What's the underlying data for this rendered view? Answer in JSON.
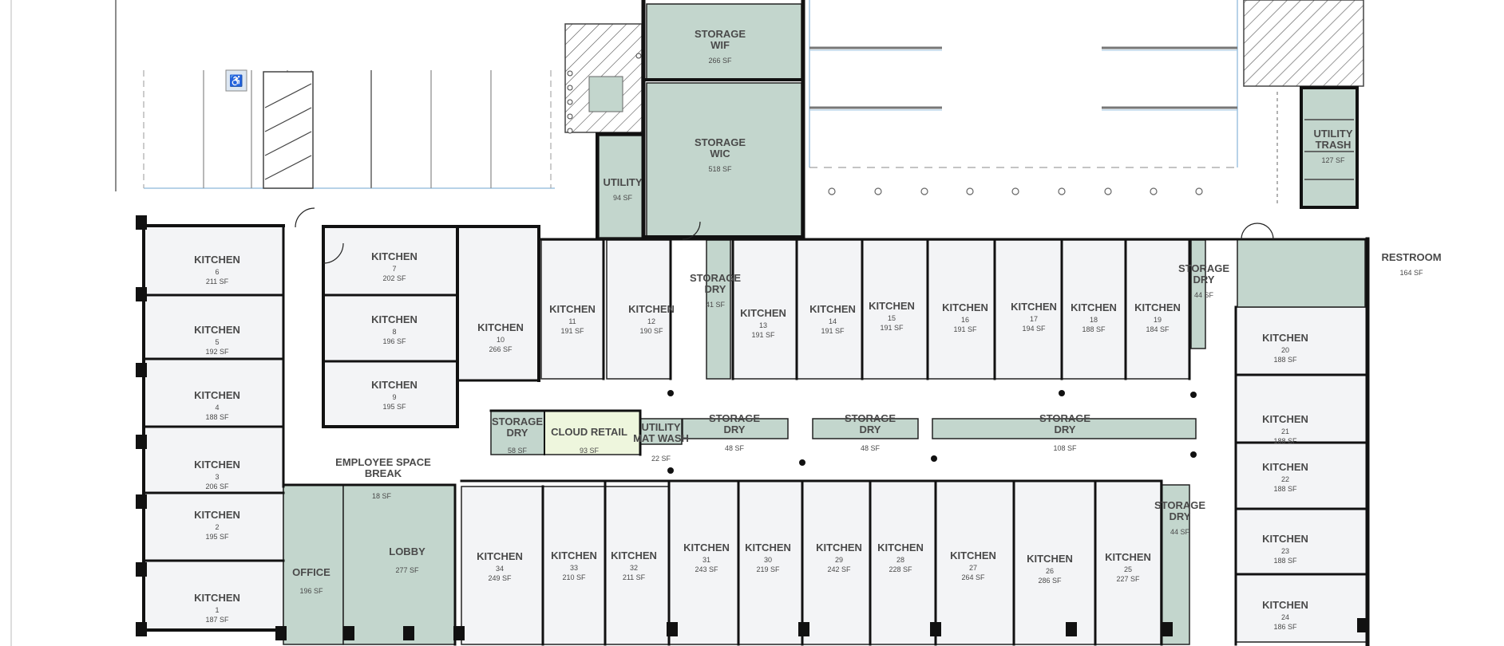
{
  "colors": {
    "kitchen_fill": "#f3f4f6",
    "service_fill": "#c3d6cd",
    "retail_fill": "#eef6dd",
    "wall": "#111111",
    "text": "#4a4a4a",
    "parking_line": "#9fc4e0"
  },
  "rooms": [
    {
      "id": "k6",
      "name": "KITCHEN",
      "num": "6",
      "area": "211 SF",
      "type": "kitchen"
    },
    {
      "id": "k5",
      "name": "KITCHEN",
      "num": "5",
      "area": "192 SF",
      "type": "kitchen"
    },
    {
      "id": "k4",
      "name": "KITCHEN",
      "num": "4",
      "area": "188 SF",
      "type": "kitchen"
    },
    {
      "id": "k3",
      "name": "KITCHEN",
      "num": "3",
      "area": "206 SF",
      "type": "kitchen"
    },
    {
      "id": "k2",
      "name": "KITCHEN",
      "num": "2",
      "area": "195 SF",
      "type": "kitchen"
    },
    {
      "id": "k1",
      "name": "KITCHEN",
      "num": "1",
      "area": "187 SF",
      "type": "kitchen"
    },
    {
      "id": "k7",
      "name": "KITCHEN",
      "num": "7",
      "area": "202 SF",
      "type": "kitchen"
    },
    {
      "id": "k8",
      "name": "KITCHEN",
      "num": "8",
      "area": "196 SF",
      "type": "kitchen"
    },
    {
      "id": "k9",
      "name": "KITCHEN",
      "num": "9",
      "area": "195 SF",
      "type": "kitchen"
    },
    {
      "id": "k10",
      "name": "KITCHEN",
      "num": "10",
      "area": "266 SF",
      "type": "kitchen"
    },
    {
      "id": "k11",
      "name": "KITCHEN",
      "num": "11",
      "area": "191 SF",
      "type": "kitchen"
    },
    {
      "id": "k12",
      "name": "KITCHEN",
      "num": "12",
      "area": "190 SF",
      "type": "kitchen"
    },
    {
      "id": "k13",
      "name": "KITCHEN",
      "num": "13",
      "area": "191 SF",
      "type": "kitchen"
    },
    {
      "id": "k14",
      "name": "KITCHEN",
      "num": "14",
      "area": "191 SF",
      "type": "kitchen"
    },
    {
      "id": "k15",
      "name": "KITCHEN",
      "num": "15",
      "area": "191 SF",
      "type": "kitchen"
    },
    {
      "id": "k16",
      "name": "KITCHEN",
      "num": "16",
      "area": "191 SF",
      "type": "kitchen"
    },
    {
      "id": "k17",
      "name": "KITCHEN",
      "num": "17",
      "area": "194 SF",
      "type": "kitchen"
    },
    {
      "id": "k18",
      "name": "KITCHEN",
      "num": "18",
      "area": "188 SF",
      "type": "kitchen"
    },
    {
      "id": "k19",
      "name": "KITCHEN",
      "num": "19",
      "area": "184 SF",
      "type": "kitchen"
    },
    {
      "id": "k20",
      "name": "KITCHEN",
      "num": "20",
      "area": "188 SF",
      "type": "kitchen"
    },
    {
      "id": "k21",
      "name": "KITCHEN",
      "num": "21",
      "area": "188 SF",
      "type": "kitchen"
    },
    {
      "id": "k22",
      "name": "KITCHEN",
      "num": "22",
      "area": "188 SF",
      "type": "kitchen"
    },
    {
      "id": "k23",
      "name": "KITCHEN",
      "num": "23",
      "area": "188 SF",
      "type": "kitchen"
    },
    {
      "id": "k24",
      "name": "KITCHEN",
      "num": "24",
      "area": "186 SF",
      "type": "kitchen"
    },
    {
      "id": "k25",
      "name": "KITCHEN",
      "num": "25",
      "area": "227 SF",
      "type": "kitchen"
    },
    {
      "id": "k26",
      "name": "KITCHEN",
      "num": "26",
      "area": "286 SF",
      "type": "kitchen"
    },
    {
      "id": "k27",
      "name": "KITCHEN",
      "num": "27",
      "area": "264 SF",
      "type": "kitchen"
    },
    {
      "id": "k28",
      "name": "KITCHEN",
      "num": "28",
      "area": "228 SF",
      "type": "kitchen"
    },
    {
      "id": "k29",
      "name": "KITCHEN",
      "num": "29",
      "area": "242 SF",
      "type": "kitchen"
    },
    {
      "id": "k30",
      "name": "KITCHEN",
      "num": "30",
      "area": "219 SF",
      "type": "kitchen"
    },
    {
      "id": "k31",
      "name": "KITCHEN",
      "num": "31",
      "area": "243 SF",
      "type": "kitchen"
    },
    {
      "id": "k32",
      "name": "KITCHEN",
      "num": "32",
      "area": "211 SF",
      "type": "kitchen"
    },
    {
      "id": "k33",
      "name": "KITCHEN",
      "num": "33",
      "area": "210 SF",
      "type": "kitchen"
    },
    {
      "id": "k34",
      "name": "KITCHEN",
      "num": "34",
      "area": "249 SF",
      "type": "kitchen"
    },
    {
      "id": "wif",
      "name": "STORAGE\nWIF",
      "num": "",
      "area": "266 SF",
      "type": "service"
    },
    {
      "id": "wic",
      "name": "STORAGE\nWIC",
      "num": "",
      "area": "518 SF",
      "type": "service"
    },
    {
      "id": "util1",
      "name": "UTILITY",
      "num": "",
      "area": "94 SF",
      "type": "service"
    },
    {
      "id": "trash",
      "name": "UTILITY\nTRASH",
      "num": "",
      "area": "127 SF",
      "type": "service"
    },
    {
      "id": "sdry1",
      "name": "STORAGE\nDRY",
      "num": "",
      "area": "41 SF",
      "type": "service"
    },
    {
      "id": "sdry2",
      "name": "STORAGE\nDRY",
      "num": "",
      "area": "44 SF",
      "type": "service"
    },
    {
      "id": "rest",
      "name": "RESTROOM",
      "num": "",
      "area": "164 SF",
      "type": "service"
    },
    {
      "id": "sdry3",
      "name": "STORAGE\nDRY",
      "num": "",
      "area": "58 SF",
      "type": "service"
    },
    {
      "id": "cloud",
      "name": "CLOUD RETAIL",
      "num": "",
      "area": "93 SF",
      "type": "retail"
    },
    {
      "id": "matwash",
      "name": "UTILITY\nMAT WASH",
      "num": "",
      "area": "22 SF",
      "type": "service"
    },
    {
      "id": "sdry4",
      "name": "STORAGE\nDRY",
      "num": "",
      "area": "48 SF",
      "type": "service"
    },
    {
      "id": "sdry5",
      "name": "STORAGE\nDRY",
      "num": "",
      "area": "48 SF",
      "type": "service"
    },
    {
      "id": "sdry6",
      "name": "STORAGE\nDRY",
      "num": "",
      "area": "108 SF",
      "type": "service"
    },
    {
      "id": "break",
      "name": "EMPLOYEE SPACE\nBREAK",
      "num": "",
      "area": "18 SF",
      "type": "service"
    },
    {
      "id": "office",
      "name": "OFFICE",
      "num": "",
      "area": "196 SF",
      "type": "service"
    },
    {
      "id": "lobby",
      "name": "LOBBY",
      "num": "",
      "area": "277 SF",
      "type": "service"
    },
    {
      "id": "sdry7",
      "name": "STORAGE\nDRY",
      "num": "",
      "area": "44 SF",
      "type": "service"
    }
  ]
}
